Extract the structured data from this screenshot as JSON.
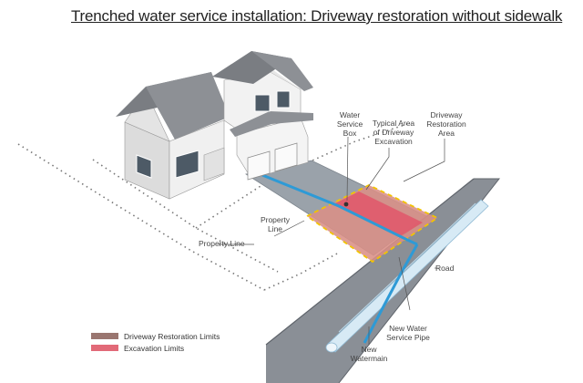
{
  "title": "Trenched water service installation: Driveway restoration without sidewalk",
  "labels": {
    "water_service_box": "Water\nService\nBox",
    "typical_area": "Typical Area\nof Driveway\nExcavation",
    "driveway_restoration_area": "Driveway\nRestoration\nArea",
    "property_line_center": "Property\nLine",
    "property_line_left": "Property Line",
    "road": "Road",
    "new_water_service_pipe": "New Water\nService Pipe",
    "new_watermain": "New\nWatermain"
  },
  "legend": [
    {
      "label": "Driveway Restoration Limits",
      "color": "#9a7670"
    },
    {
      "label": "Excavation Limits",
      "color": "#e26a78"
    }
  ],
  "colors": {
    "restoration_fill": "#d98f86",
    "excavation_fill": "#e2566a",
    "limits_outline": "#f2c400",
    "pipe": "#2e9ad6",
    "road": "#8a8f96",
    "house_siding": "#e6e6e6",
    "roof": "#7a7d82"
  }
}
